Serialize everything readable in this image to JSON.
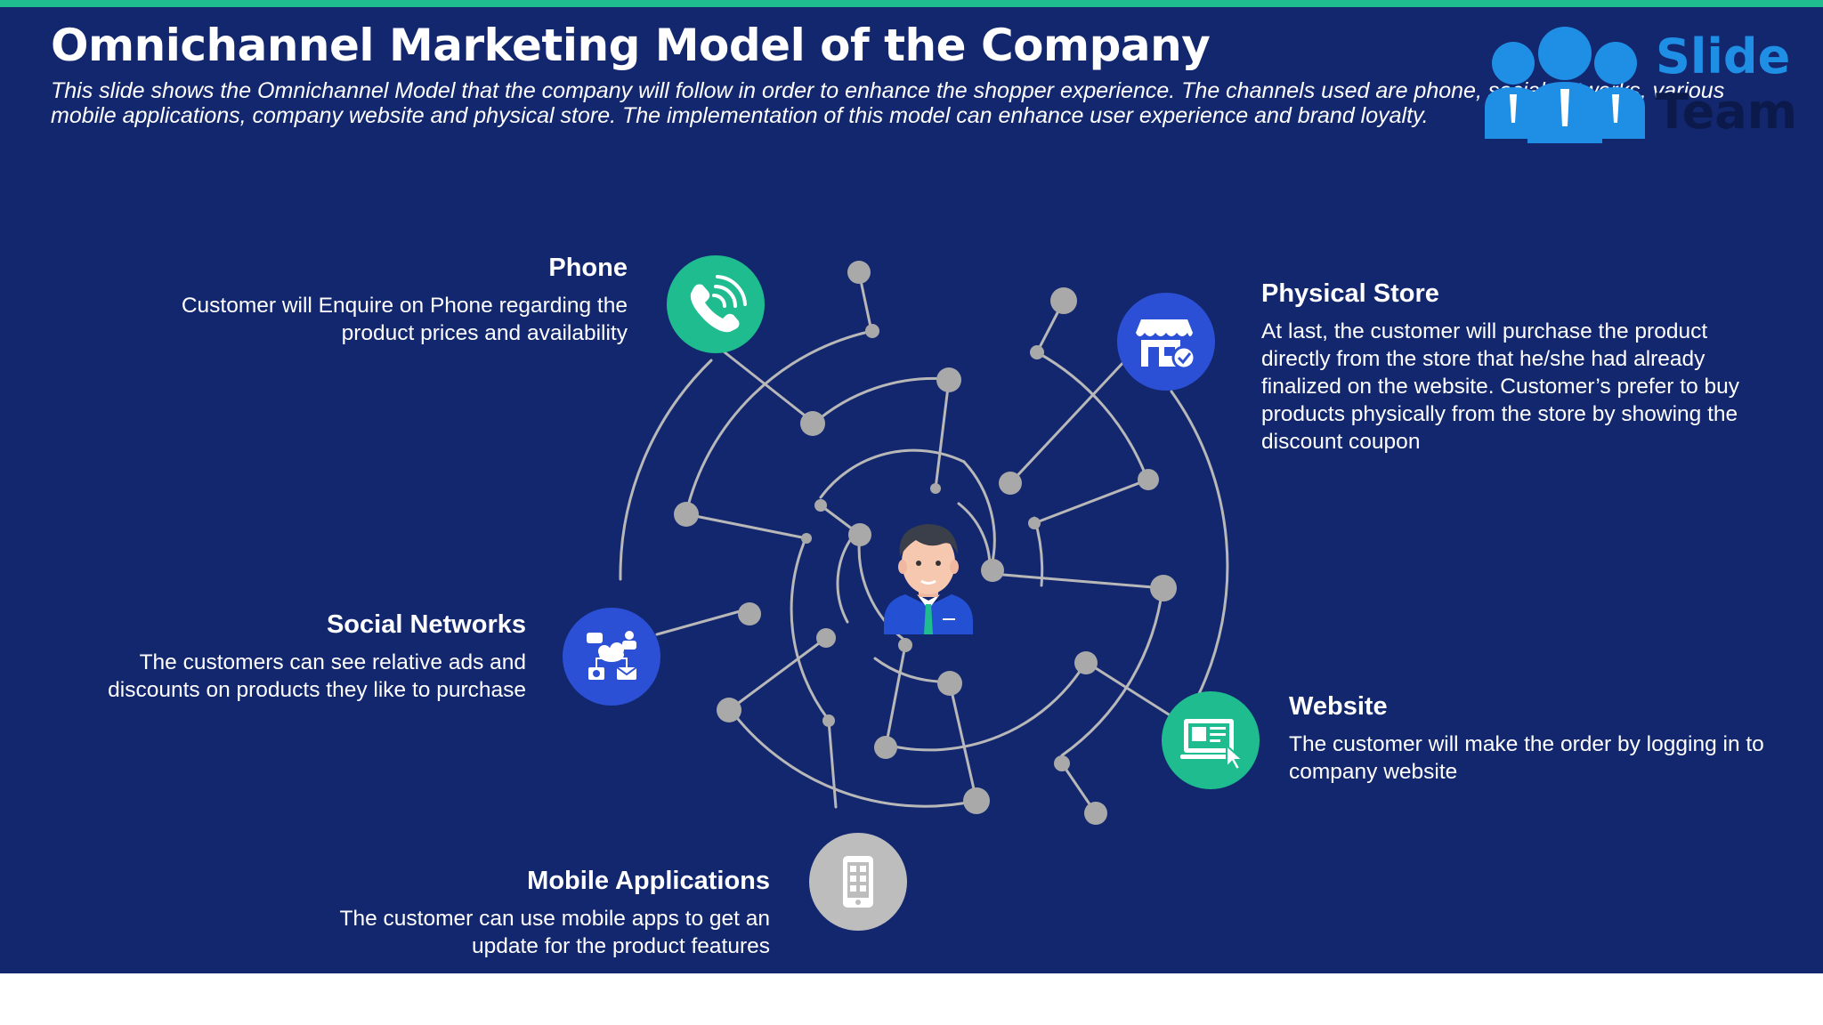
{
  "slide": {
    "title": "Omnichannel Marketing Model of the Company",
    "subtitle": "This slide shows the Omnichannel Model that the company will follow in order to enhance the shopper experience. The channels used are phone, social networks, various mobile applications, company website and physical store. The implementation of this model can enhance user experience and brand loyalty."
  },
  "logo": {
    "line1": "Slide",
    "line2": "Team"
  },
  "channels": {
    "phone": {
      "title": "Phone",
      "description": "Customer will Enquire on Phone regarding the product prices and availability",
      "icon": "phone-icon",
      "color": "#1ebc8f"
    },
    "social": {
      "title": "Social Networks",
      "description": "The customers can see relative ads and discounts on products they like to purchase",
      "icon": "social-network-icon",
      "color": "#2b50d6"
    },
    "mobile": {
      "title": "Mobile Applications",
      "description": "The customer can use mobile apps to get an update for the product features",
      "icon": "mobile-phone-icon",
      "color": "#bdbdbd"
    },
    "store": {
      "title": "Physical Store",
      "description": "At last, the customer will purchase the product directly from the store that he/she had already finalized on the website. Customer’s prefer to buy products physically from the store by showing the discount coupon",
      "icon": "store-icon",
      "color": "#2b50d6"
    },
    "website": {
      "title": "Website",
      "description": "The customer will make the order by logging in to company website",
      "icon": "website-icon",
      "color": "#1ebc8f"
    }
  },
  "center": {
    "icon": "customer-avatar-icon"
  },
  "colors": {
    "background": "#13276e",
    "accent_bar": "#1ebc8f",
    "maze_line": "#b8b8b8",
    "node": "#a9a9a9"
  }
}
